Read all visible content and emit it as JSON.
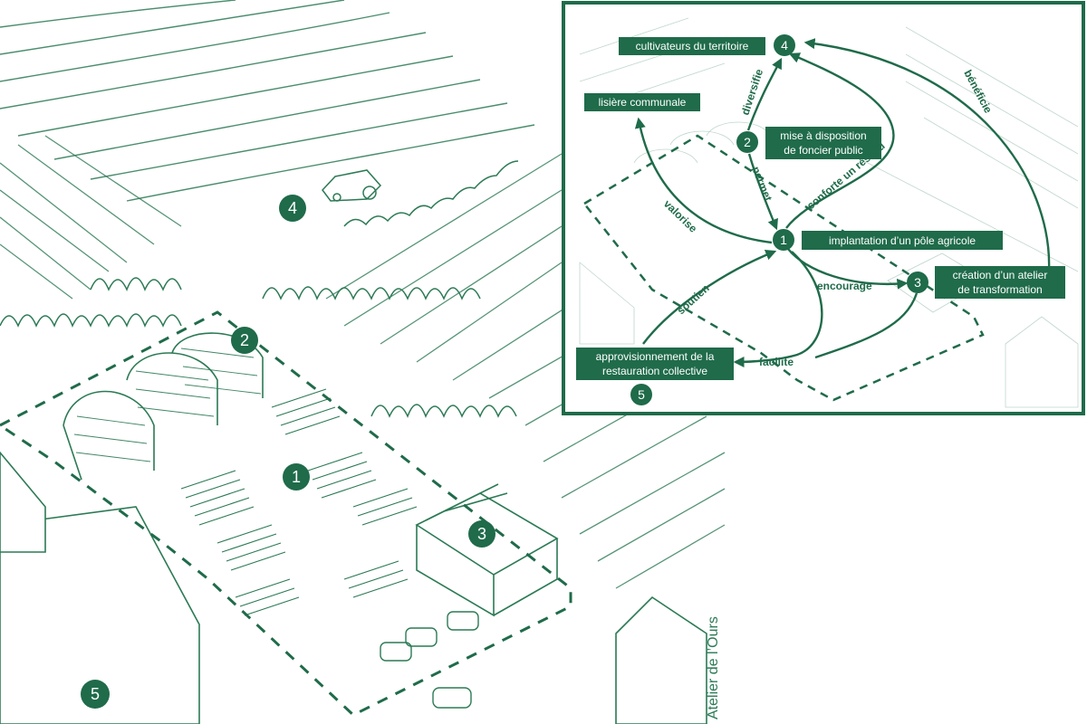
{
  "colors": {
    "green": "#1f6b4a",
    "ink": "#2c7a55",
    "paper": "#ffffff"
  },
  "scene": {
    "markers": {
      "m1": "1",
      "m2": "2",
      "m3": "3",
      "m4": "4",
      "m5": "5"
    },
    "credit": "Atelier de l’Ours"
  },
  "inset": {
    "nodes": {
      "n1": "1",
      "n2": "2",
      "n3": "3",
      "n4": "4",
      "n5": "5"
    },
    "labels": {
      "cultivateurs": "cultivateurs du territoire",
      "lisiere": "lisière communale",
      "mise_line1": "mise à disposition",
      "mise_line2": "de foncier public",
      "implantation": "implantation d’un pôle agricole",
      "creation_line1": "création d’un atelier",
      "creation_line2": "de transformation",
      "appro_line1": "approvisionnement de la",
      "appro_line2": "restauration collective"
    },
    "edges": {
      "diversifie": "diversifie",
      "permet": "permet",
      "conforte": "conforte un réseau",
      "beneficie": "bénéficie",
      "valorise": "valorise",
      "encourage": "encourage",
      "soutien": "soutien",
      "facilite": "facilite"
    }
  }
}
